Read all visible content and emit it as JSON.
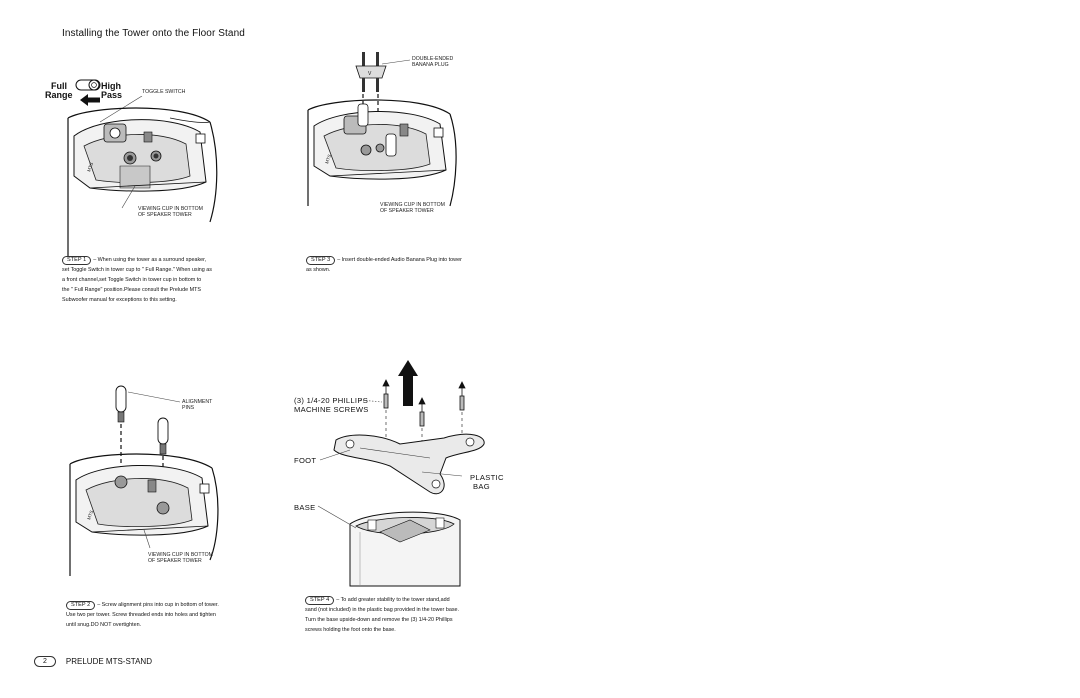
{
  "page": {
    "title": "Installing the Tower onto the Floor Stand",
    "footer_page_num": "2",
    "footer_brand": "PRELUDE MTS-STAND"
  },
  "panel1": {
    "switch_full": "Full",
    "switch_range": "Range",
    "switch_high": "High",
    "switch_pass": "Pass",
    "callout_toggle": "TOGGLE SWITCH",
    "callout_cup_line1": "VIEWING CUP IN BOTTOM",
    "callout_cup_line2": "OF SPEAKER TOWER",
    "step_badge": "STEP 1",
    "step_lines": [
      "– When using the tower as a surround speaker,",
      "set Toggle Switch in tower cup to \" Full Range.\" When using as",
      "a front channel,set Toggle Switch in tower cup in bottom to",
      "the \" Full Range\" position.Please consult the Prelude MTS",
      "Subwoofer manual for exceptions to this setting."
    ]
  },
  "panel2": {
    "callout_plug_line1": "DOUBLE-ENDED",
    "callout_plug_line2": "BANANA PLUG",
    "callout_cup_line1": "VIEWING CUP IN BOTTOM",
    "callout_cup_line2": "OF SPEAKER TOWER",
    "step_badge": "STEP 3",
    "step_lines": [
      "– Insert double-ended Audio Banana Plug into tower",
      "as shown."
    ]
  },
  "panel3": {
    "callout_pins_line1": "ALIGNMENT",
    "callout_pins_line2": "PINS",
    "callout_cup_line1": "VIEWING CUP IN BOTTOM",
    "callout_cup_line2": "OF SPEAKER TOWER",
    "step_badge": "STEP 2",
    "step_lines": [
      "– Screw alignment pins into cup in bottom of tower.",
      "Use two per tower. Screw threaded ends into holes and tighten",
      "until snug.DO NOT overtighten."
    ]
  },
  "panel4": {
    "callout_screws_line1": "(3) 1/4-20 PHILLIPS",
    "callout_screws_line2": "MACHINE SCREWS",
    "callout_foot": "FOOT",
    "callout_bag_line1": "PLASTIC",
    "callout_bag_line2": "BAG",
    "callout_base": "BASE",
    "step_badge": "STEP 4",
    "step_lines": [
      "– To add greater stability to the tower stand,add",
      "sand (not included) in the plastic bag provided in the tower base.",
      "Turn the base upside-down and remove the (3) 1/4-20 Phillips",
      "screws holding the foot onto the base."
    ]
  }
}
